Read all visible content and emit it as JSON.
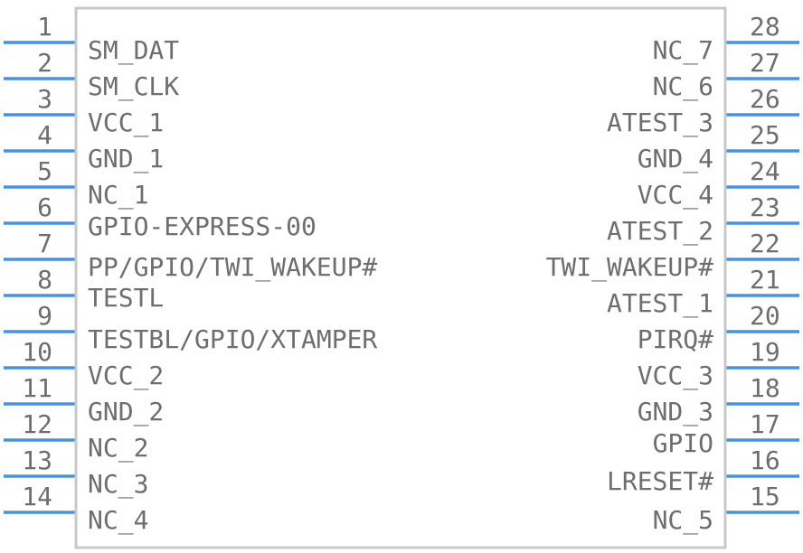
{
  "left_pins": [
    {
      "number": "1",
      "label": "SM_DAT"
    },
    {
      "number": "2",
      "label": "SM_CLK"
    },
    {
      "number": "3",
      "label": "VCC_1"
    },
    {
      "number": "4",
      "label": "GND_1"
    },
    {
      "number": "5",
      "label": "NC_1"
    },
    {
      "number": "6",
      "label": "GPIO-EXPRESS-00"
    },
    {
      "number": "7",
      "label": "PP/GPIO/TWI_WAKEUP#"
    },
    {
      "number": "8",
      "label": "TESTL"
    },
    {
      "number": "9",
      "label": "TESTBL/GPIO/XTAMPER"
    },
    {
      "number": "10",
      "label": "VCC_2"
    },
    {
      "number": "11",
      "label": "GND_2"
    },
    {
      "number": "12",
      "label": "NC_2"
    },
    {
      "number": "13",
      "label": "NC_3"
    },
    {
      "number": "14",
      "label": "NC_4"
    }
  ],
  "right_pins": [
    {
      "number": "28",
      "label": "NC_7"
    },
    {
      "number": "27",
      "label": "NC_6"
    },
    {
      "number": "26",
      "label": "ATEST_3"
    },
    {
      "number": "25",
      "label": "GND_4"
    },
    {
      "number": "24",
      "label": "VCC_4"
    },
    {
      "number": "23",
      "label": "ATEST_2"
    },
    {
      "number": "22",
      "label": "TWI_WAKEUP#"
    },
    {
      "number": "21",
      "label": "ATEST_1"
    },
    {
      "number": "20",
      "label": "PIRQ#"
    },
    {
      "number": "19",
      "label": "VCC_3"
    },
    {
      "number": "18",
      "label": "GND_3"
    },
    {
      "number": "17",
      "label": "GPIO"
    },
    {
      "number": "16",
      "label": "LRESET#"
    },
    {
      "number": "15",
      "label": "NC_5"
    }
  ],
  "colors": {
    "pin_line": "#4a90e2",
    "body_outline": "#c8c8c8",
    "text": "#6e6e6e"
  }
}
